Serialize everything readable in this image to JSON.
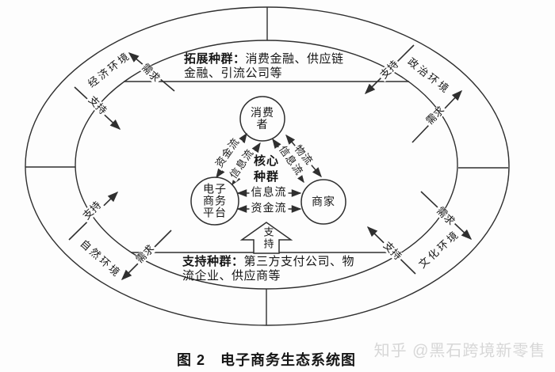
{
  "colors": {
    "stroke": "#2f2f2f",
    "text": "#161616",
    "watermark": "#d7d7d7",
    "background": "#fdfdfd"
  },
  "caption": "图 2　电子商务生态系统图",
  "watermark": "知乎 @黑石跨境新零售",
  "ring": {
    "environments": {
      "top_left": "经济环境",
      "top_right": "政治环境",
      "bottom_left": "自然环境",
      "bottom_right": "文化环境"
    }
  },
  "arrows": {
    "demand": "需求",
    "support": "支持",
    "block_support": "支持"
  },
  "populations": {
    "expansion": {
      "prefix": "拓展种群：",
      "line1_rest": "消费金融、供应链",
      "line2": "金融、引流公司等"
    },
    "support": {
      "prefix": "支持种群：",
      "line1_rest": "第三方支付公司、物",
      "line2": "流企业、供应商等"
    }
  },
  "core_population": {
    "line1": "核心",
    "line2": "种群"
  },
  "nodes": {
    "consumer": {
      "line1": "消费",
      "line2": "者"
    },
    "platform": {
      "line1": "电子",
      "line2": "商务",
      "line3": "平台"
    },
    "merchant": {
      "line1": "商家"
    }
  },
  "flows": {
    "left_outer": "资金流",
    "left_inner": "信息流",
    "right_inner": "信息流",
    "right_outer": "物流",
    "bottom_top": "信息流",
    "bottom_bottom": "资金流"
  }
}
